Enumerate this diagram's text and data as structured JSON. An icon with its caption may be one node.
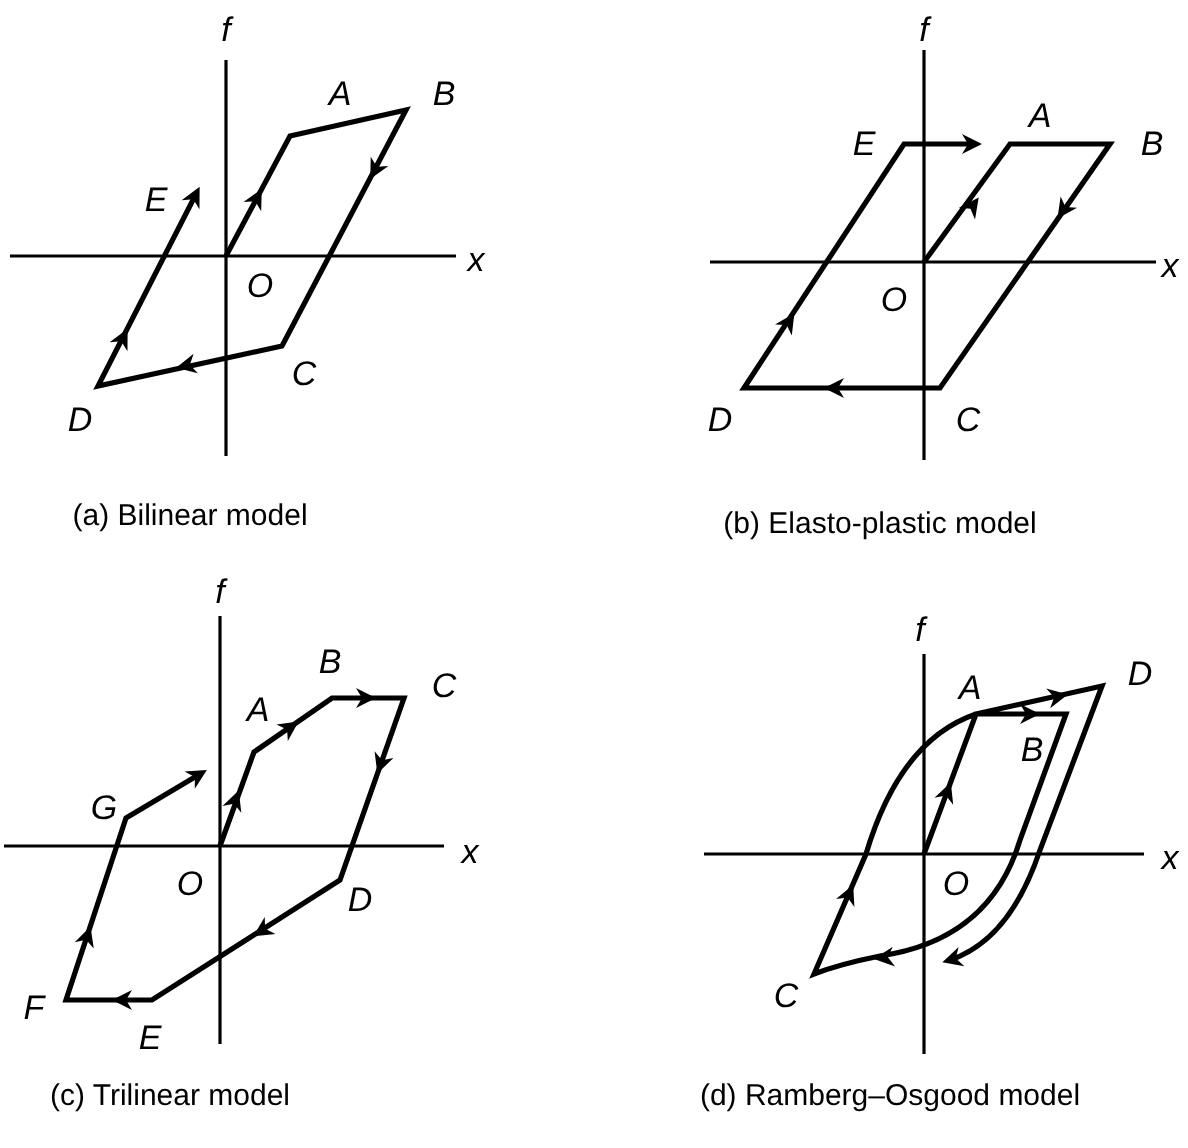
{
  "diagram": {
    "labels": [
      "f",
      "A",
      "B",
      "E",
      "x",
      "O",
      "C",
      "D",
      "(a) Bilinear model",
      "f",
      "E",
      "A",
      "B",
      "x",
      "O",
      "D",
      "C",
      "(b) Elasto-plastic model",
      "f",
      "B",
      "C",
      "A",
      "G",
      "x",
      "O",
      "D",
      "F",
      "E",
      "(c) Trilinear model",
      "f",
      "A",
      "D",
      "B",
      "x",
      "O",
      "C",
      "(d) Ramberg–Osgood model"
    ]
  }
}
